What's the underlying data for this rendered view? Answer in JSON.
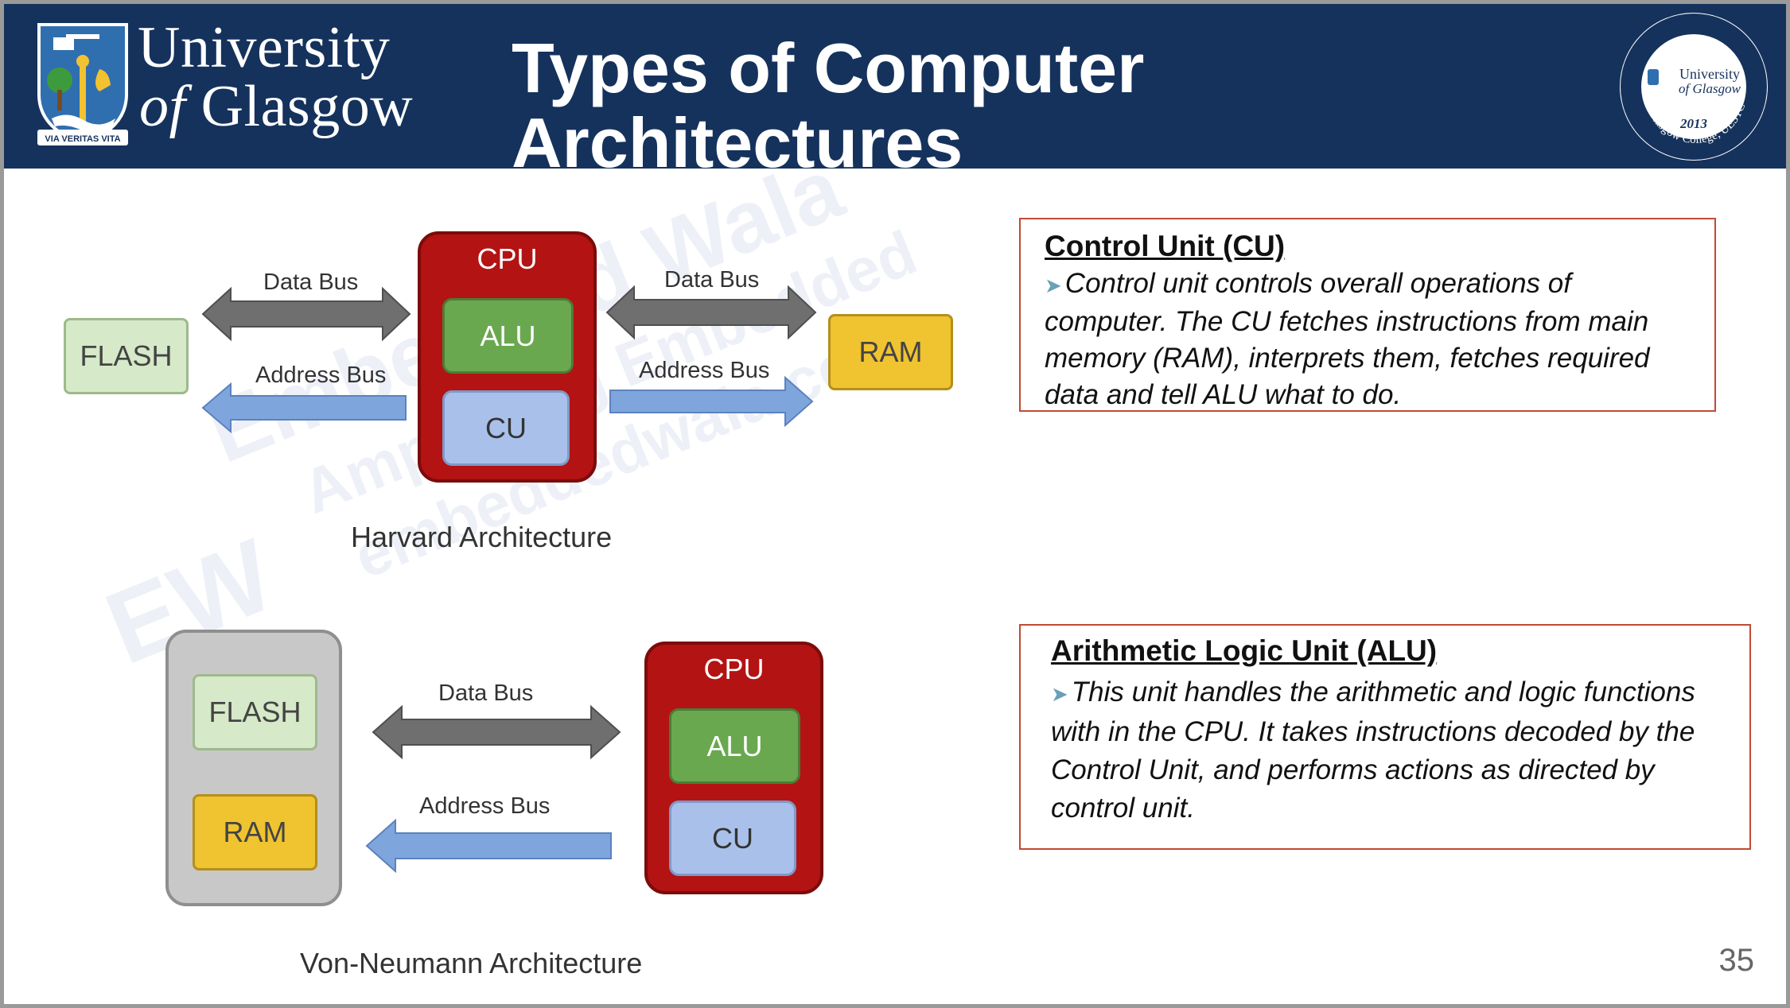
{
  "header": {
    "university_line1": "University",
    "university_of": "of",
    "university_glasgow": "Glasgow",
    "title_line1": "Types of Computer",
    "title_line2": "Architectures",
    "crest_motto": "VIA VERITAS VITA",
    "seal": {
      "inner_line1": "University",
      "inner_line2": "of Glasgow",
      "year": "2013",
      "ring_text": "Glasgow College, UESTC"
    }
  },
  "watermark": {
    "ew": "EW",
    "line1": "Embedded Wala",
    "line2": "Amplifying Embedded",
    "line3": "embeddedwala.com"
  },
  "harvard": {
    "flash": "FLASH",
    "ram": "RAM",
    "cpu": "CPU",
    "alu": "ALU",
    "cu": "CU",
    "left_data_bus": "Data Bus",
    "left_address_bus": "Address Bus",
    "right_data_bus": "Data Bus",
    "right_address_bus": "Address Bus",
    "caption": "Harvard Architecture"
  },
  "von_neumann": {
    "flash": "FLASH",
    "ram": "RAM",
    "cpu": "CPU",
    "alu": "ALU",
    "cu": "CU",
    "data_bus": "Data Bus",
    "address_bus": "Address Bus",
    "caption": "Von-Neumann Architecture"
  },
  "cu_box": {
    "title": "Control Unit (CU)",
    "text": "Control unit controls overall operations of computer. The CU fetches instructions from main memory (RAM), interprets them, fetches required data and tell ALU what to do."
  },
  "alu_box": {
    "title": "Arithmetic Logic Unit (ALU)",
    "text": "This unit handles the arithmetic and logic functions with in the CPU. It takes instructions decoded by the Control Unit, and performs actions as directed by control unit."
  },
  "page_number": "35",
  "colors": {
    "header_bg": "#15325c",
    "cpu_red": "#b31313",
    "alu_green": "#6aa84f",
    "cu_blue": "#a9c1ea",
    "ram_yellow": "#f0c330",
    "flash_green": "#d6e9c8",
    "data_bus_gray": "#6f6f6f",
    "address_bus_blue": "#7fa6dc",
    "info_border": "#c04a34"
  }
}
